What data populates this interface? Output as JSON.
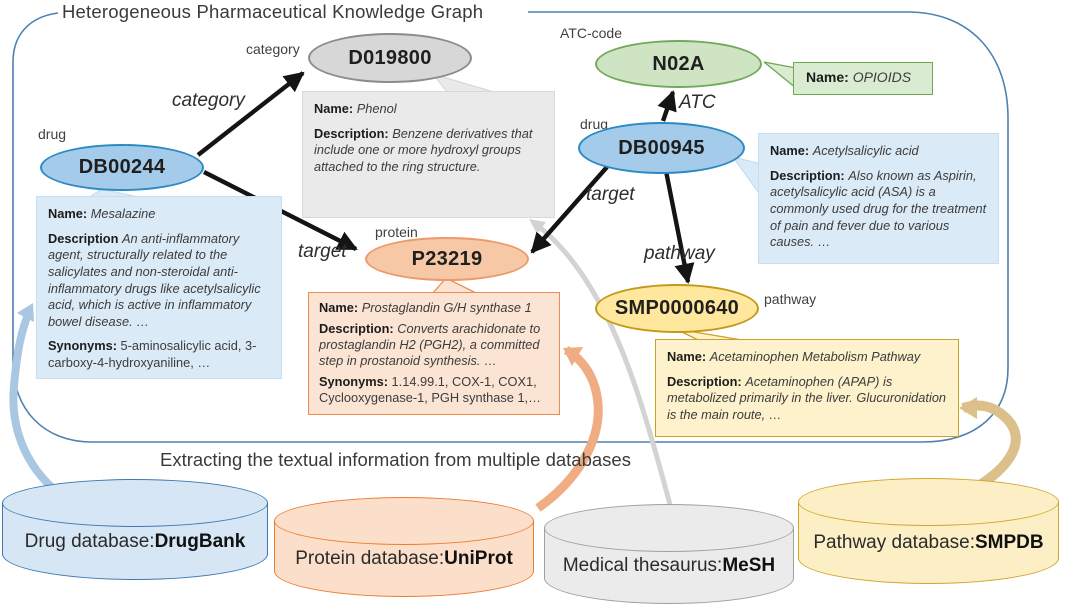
{
  "title": "Heterogeneous Pharmaceutical Knowledge Graph",
  "caption": "Extracting the textual information from multiple databases",
  "nodes": {
    "d019800": {
      "id": "D019800",
      "type_label": "category"
    },
    "n02a": {
      "id": "N02A",
      "type_label": "ATC-code"
    },
    "db00244": {
      "id": "DB00244",
      "type_label": "drug"
    },
    "db00945": {
      "id": "DB00945",
      "type_label": "drug"
    },
    "p23219": {
      "id": "P23219",
      "type_label": "protein"
    },
    "smp0000640": {
      "id": "SMP0000640",
      "type_label": "pathway"
    }
  },
  "edges": {
    "category_label": "category",
    "atc_label": "ATC",
    "target_left_label": "target",
    "target_right_label": "target",
    "pathway_label": "pathway"
  },
  "callouts": {
    "phenol": {
      "name_label": "Name:",
      "name_value": "Phenol",
      "desc_label": "Description:",
      "desc_value": "Benzene derivatives that include one or more hydroxyl groups attached to the ring structure."
    },
    "opioids": {
      "name_label": "Name:",
      "name_value": "OPIOIDS"
    },
    "mesalazine": {
      "name_label": "Name:",
      "name_value": "Mesalazine",
      "desc_label": "Description",
      "desc_value": "An anti-inflammatory agent, structurally related to the salicylates and non-steroidal anti-inflammatory drugs like acetylsalicylic acid, which is active in inflammatory bowel disease. …",
      "syn_label": "Synonyms:",
      "syn_value": "5-aminosalicylic acid, 3-carboxy-4-hydroxyaniline, …"
    },
    "acetylsalicylic": {
      "name_label": "Name:",
      "name_value": "Acetylsalicylic acid",
      "desc_label": "Description:",
      "desc_value": "Also known as Aspirin, acetylsalicylic acid (ASA) is a commonly used drug for the treatment of pain and fever due to various causes. …"
    },
    "prostaglandin": {
      "name_label": "Name:",
      "name_value": "Prostaglandin G/H synthase 1",
      "desc_label": "Description:",
      "desc_value": "Converts arachidonate to prostaglandin H2 (PGH2), a committed step in prostanoid synthesis. …",
      "syn_label": "Synonyms:",
      "syn_value": "1.14.99.1, COX-1, COX1, Cyclooxygenase-1, PGH synthase 1,…"
    },
    "acetaminophen": {
      "name_label": "Name:",
      "name_value": "Acetaminophen Metabolism Pathway",
      "desc_label": "Description:",
      "desc_value": "Acetaminophen (APAP) is metabolized primarily in the liver. Glucuronidation is the main route, …"
    }
  },
  "databases": [
    {
      "label": "Drug database: ",
      "name": "DrugBank"
    },
    {
      "label": "Protein database: ",
      "name": "UniProt"
    },
    {
      "label": "Medical thesaurus: ",
      "name": "MeSH"
    },
    {
      "label": "Pathway database: ",
      "name": "SMPDB"
    }
  ],
  "colors": {
    "frame": "#4f81b0",
    "edge": "#141414",
    "drug_fill": "#a4cbe9",
    "drug_stroke": "#2b8ac4",
    "category_fill": "#d7d7d7",
    "category_stroke": "#8b8b8b",
    "atc_fill": "#cfe4c2",
    "atc_stroke": "#74a95c",
    "protein_fill": "#f7c8a5",
    "protein_stroke": "#ec9a6c",
    "pathway_fill": "#ffe79d",
    "pathway_stroke": "#c29a18",
    "box_gray_fill": "#eaeaea",
    "box_gray_stroke": "#d8d8d8",
    "box_blue_fill": "#dbeaf7",
    "box_blue_stroke": "#c8ddf0",
    "box_green_fill": "#d9ebd1",
    "box_green_stroke": "#6fa84f",
    "box_orange_fill": "#fbe4d4",
    "box_orange_stroke": "#ec8c50",
    "box_yellow_fill": "#fdf2cb",
    "box_yellow_stroke": "#c9a227",
    "db_blue_fill": "#d6e6f4",
    "db_blue_stroke": "#3e7ab0",
    "db_orange_fill": "#fbdfca",
    "db_orange_stroke": "#ed7d31",
    "db_gray_fill": "#ebebeb",
    "db_gray_stroke": "#a0a0a0",
    "db_yellow_fill": "#fcefc6",
    "db_yellow_stroke": "#d2a62c",
    "band_blue": "#a9c6e2",
    "band_orange": "#f0ad83",
    "band_gray": "#d3d3d3",
    "band_yellow": "#dcc08b"
  }
}
